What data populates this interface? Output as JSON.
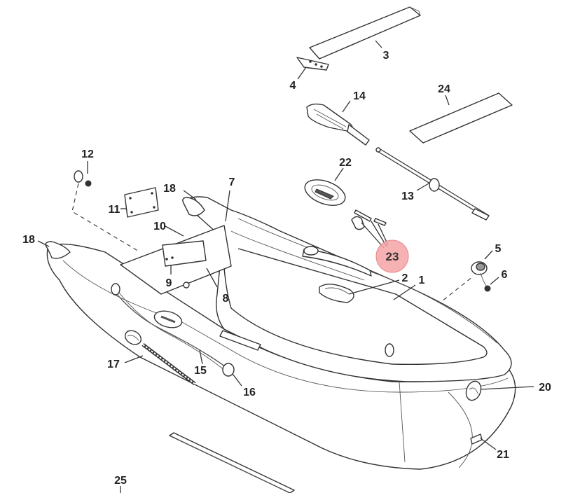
{
  "diagram": {
    "part_labels": {
      "p1": "1",
      "p2": "2",
      "p3": "3",
      "p4": "4",
      "p5": "5",
      "p6": "6",
      "p7": "7",
      "p8": "8",
      "p9": "9",
      "p10": "10",
      "p11": "11",
      "p12": "12",
      "p13": "13",
      "p14": "14",
      "p15": "15",
      "p16": "16",
      "p17": "17",
      "p18a": "18",
      "p18b": "18",
      "p20": "20",
      "p21": "21",
      "p22": "22",
      "p23": "23",
      "p24": "24",
      "p25": "25"
    },
    "highlighted_part": "23",
    "colors": {
      "line": "#333333",
      "highlight_fill": "#f4a3a6",
      "highlight_stroke": "#e06b70",
      "background": "#ffffff"
    }
  }
}
